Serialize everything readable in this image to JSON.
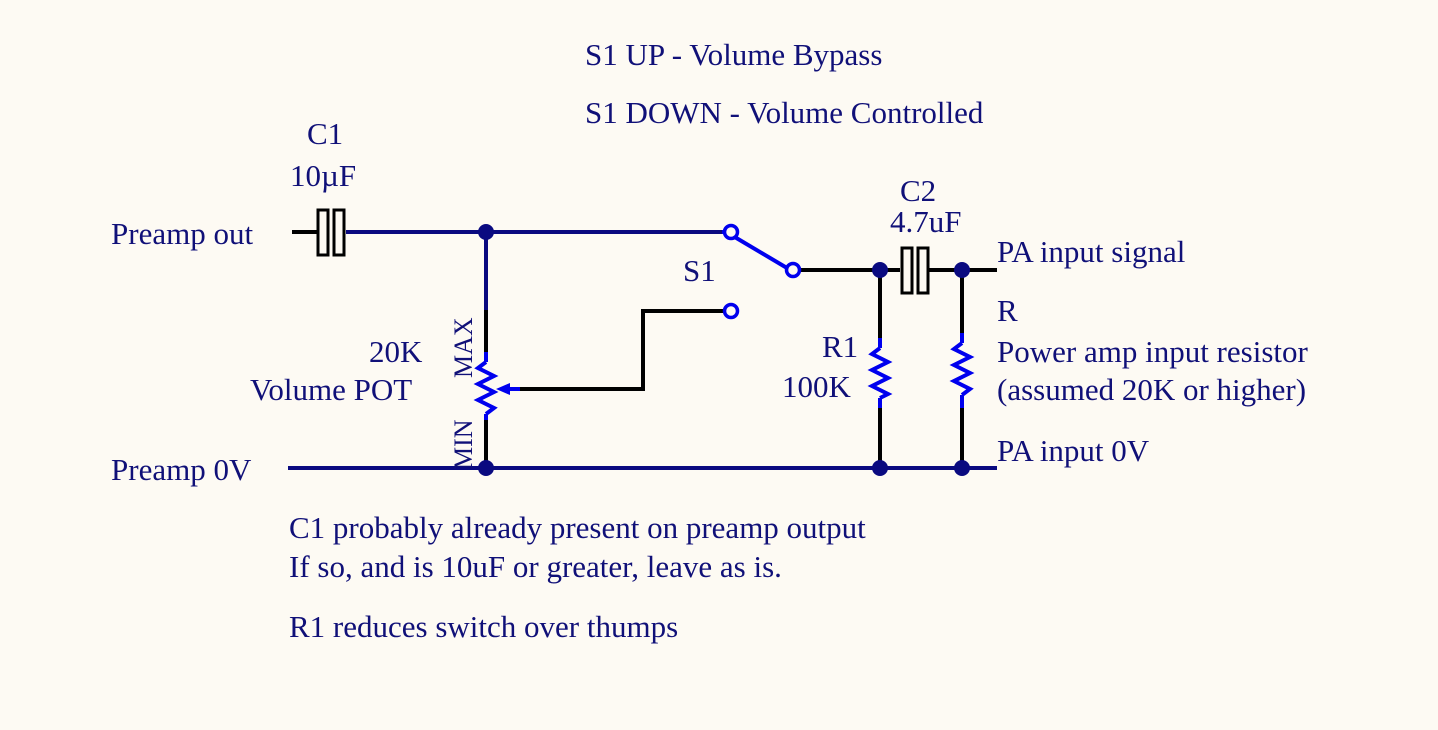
{
  "notes": {
    "s1_up": "S1 UP - Volume Bypass",
    "s1_down": "S1 DOWN - Volume Controlled",
    "c1_note_line1": "C1 probably already present on preamp output",
    "c1_note_line2": "If so, and is 10uF or greater, leave as is.",
    "r1_note": "R1 reduces switch over thumps"
  },
  "components": {
    "c1": {
      "ref": "C1",
      "value": "10µF"
    },
    "c2": {
      "ref": "C2",
      "value": "4.7uF"
    },
    "s1": {
      "ref": "S1"
    },
    "r1": {
      "ref": "R1",
      "value": "100K"
    },
    "pot": {
      "value": "20K",
      "name": "Volume POT",
      "max_label": "MAX",
      "min_label": "MIN"
    },
    "r_load": {
      "ref": "R",
      "line1": "Power amp input resistor",
      "line2": "(assumed 20K or higher)"
    }
  },
  "terminals": {
    "preamp_out": "Preamp out",
    "preamp_0v": "Preamp 0V",
    "pa_input_signal": "PA input signal",
    "pa_input_0v": "PA input 0V"
  },
  "colors": {
    "wire": "#0a0a80",
    "component": "#0000ee",
    "text": "#101078",
    "background": "#fdfaf3"
  }
}
